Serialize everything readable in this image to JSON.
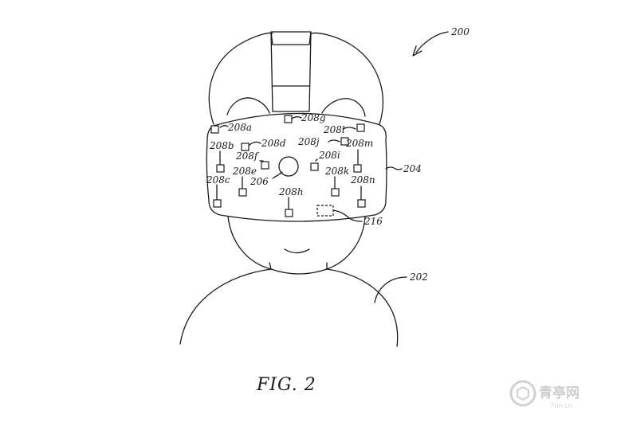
{
  "figure": {
    "caption": "FIG. 2"
  },
  "reference_labels": {
    "system": "200",
    "user": "202",
    "headset": "204",
    "center_target": "206",
    "processor": "216",
    "sensors": [
      "208a",
      "208b",
      "208c",
      "208d",
      "208e",
      "208f",
      "208g",
      "208h",
      "208i",
      "208j",
      "208k",
      "208l",
      "208m",
      "208n"
    ]
  },
  "watermark": {
    "text": "青亭网",
    "sub": "7tin.cn",
    "color": "#c9c9c9"
  },
  "colors": {
    "line": "#1a1a1a",
    "background": "#ffffff"
  }
}
